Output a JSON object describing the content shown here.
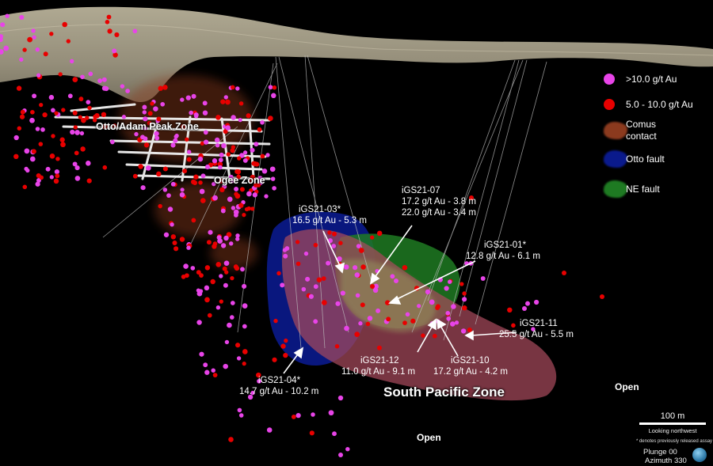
{
  "legend": {
    "items": [
      {
        "label": ">10.0 g/t Au",
        "color": "#e844e8",
        "icon": "magenta-dot-icon"
      },
      {
        "label": "5.0 - 10.0 g/t Au",
        "color": "#e80000",
        "icon": "red-dot-icon"
      },
      {
        "label": "Comus contact",
        "label_lines": [
          "Comus",
          "contact"
        ],
        "color": "#8b3a1e",
        "icon": "brown-blob-icon"
      },
      {
        "label": "Otto fault",
        "color": "#0a1a8c",
        "icon": "blue-blob-icon"
      },
      {
        "label": "NE fault",
        "color": "#1e7a22",
        "icon": "green-blob-icon"
      }
    ]
  },
  "zones": {
    "otto_adam": "Otto/Adam Peak Zone",
    "ogee": "Ogee Zone",
    "south_pacific": "South Pacific Zone",
    "open_bottom": "Open",
    "open_right": "Open"
  },
  "intercepts": [
    {
      "hole": "iGS21-07",
      "lines": [
        "17.2 g/t Au - 3.8 m",
        "22.0 g/t Au - 3.4 m"
      ]
    },
    {
      "hole": "iGS21-03*",
      "lines": [
        "16.5 g/t Au - 5.3 m"
      ]
    },
    {
      "hole": "iGS21-01*",
      "lines": [
        "12.8 g/t Au - 6.1 m"
      ]
    },
    {
      "hole": "iGS21-11",
      "lines": [
        "25.5 g/t Au - 5.5 m"
      ]
    },
    {
      "hole": "iGS21-12",
      "lines": [
        "11.0 g/t Au - 9.1 m"
      ]
    },
    {
      "hole": "iGS21-10",
      "lines": [
        "17.2 g/t Au - 4.2 m"
      ]
    },
    {
      "hole": "iGS21-04*",
      "lines": [
        "14.7 g/t Au - 10.2 m"
      ]
    }
  ],
  "scale": {
    "label": "100 m",
    "view": "Looking northwest",
    "note": "* denotes previously released assay"
  },
  "orientation": {
    "plunge": "Plunge 00",
    "azimuth": "Azimuth 330"
  }
}
